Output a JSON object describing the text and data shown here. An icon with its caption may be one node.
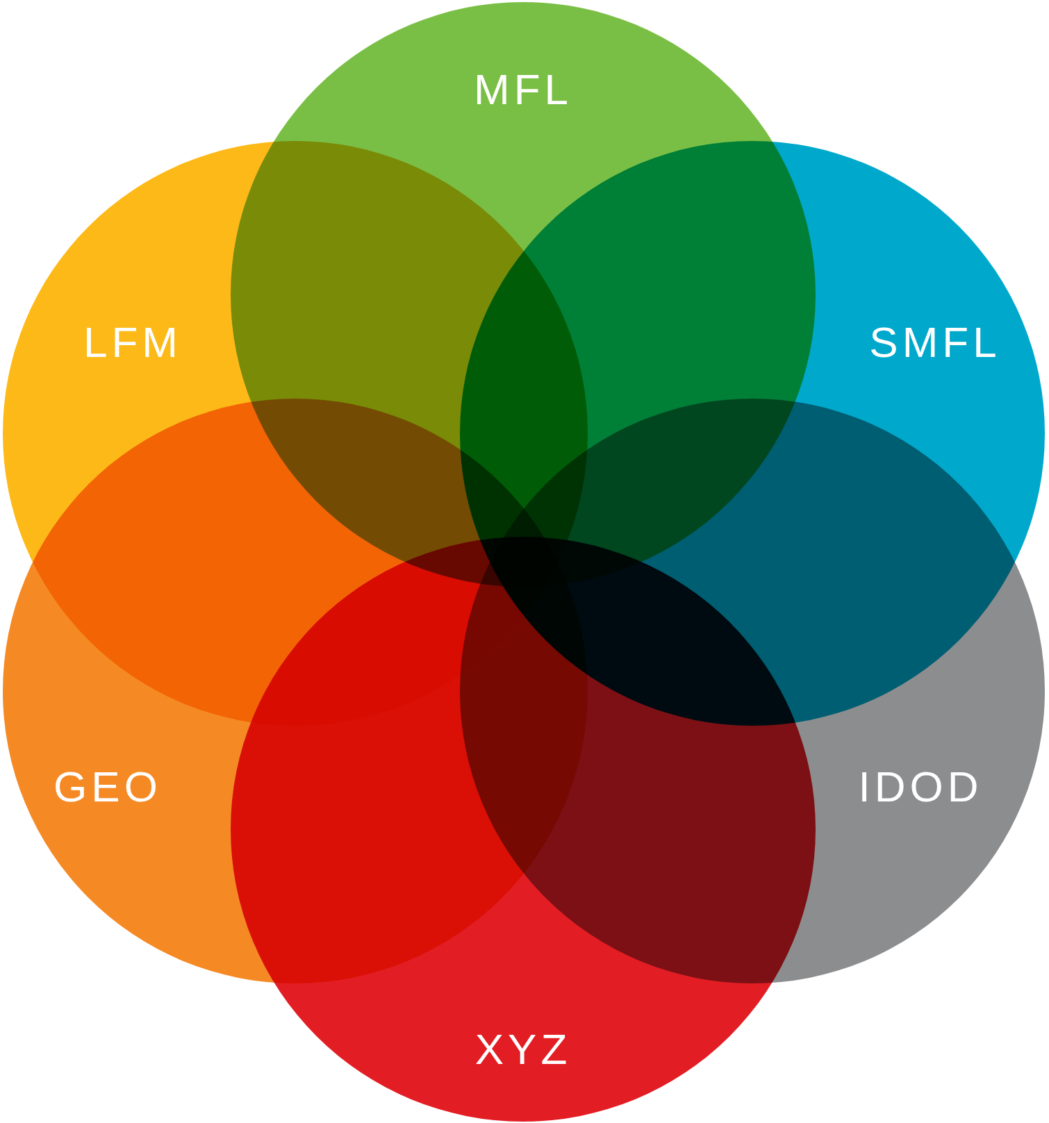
{
  "diagram": {
    "nodes": [
      {
        "text": [
          "MFL"
        ]
      },
      {
        "text": [
          "LFM"
        ]
      },
      {
        "text": [
          "SMFL"
        ]
      },
      {
        "text": [
          "GEO"
        ]
      },
      {
        "text": [
          "IDOD"
        ]
      },
      {
        "text": [
          "XYZ"
        ]
      }
    ]
  }
}
